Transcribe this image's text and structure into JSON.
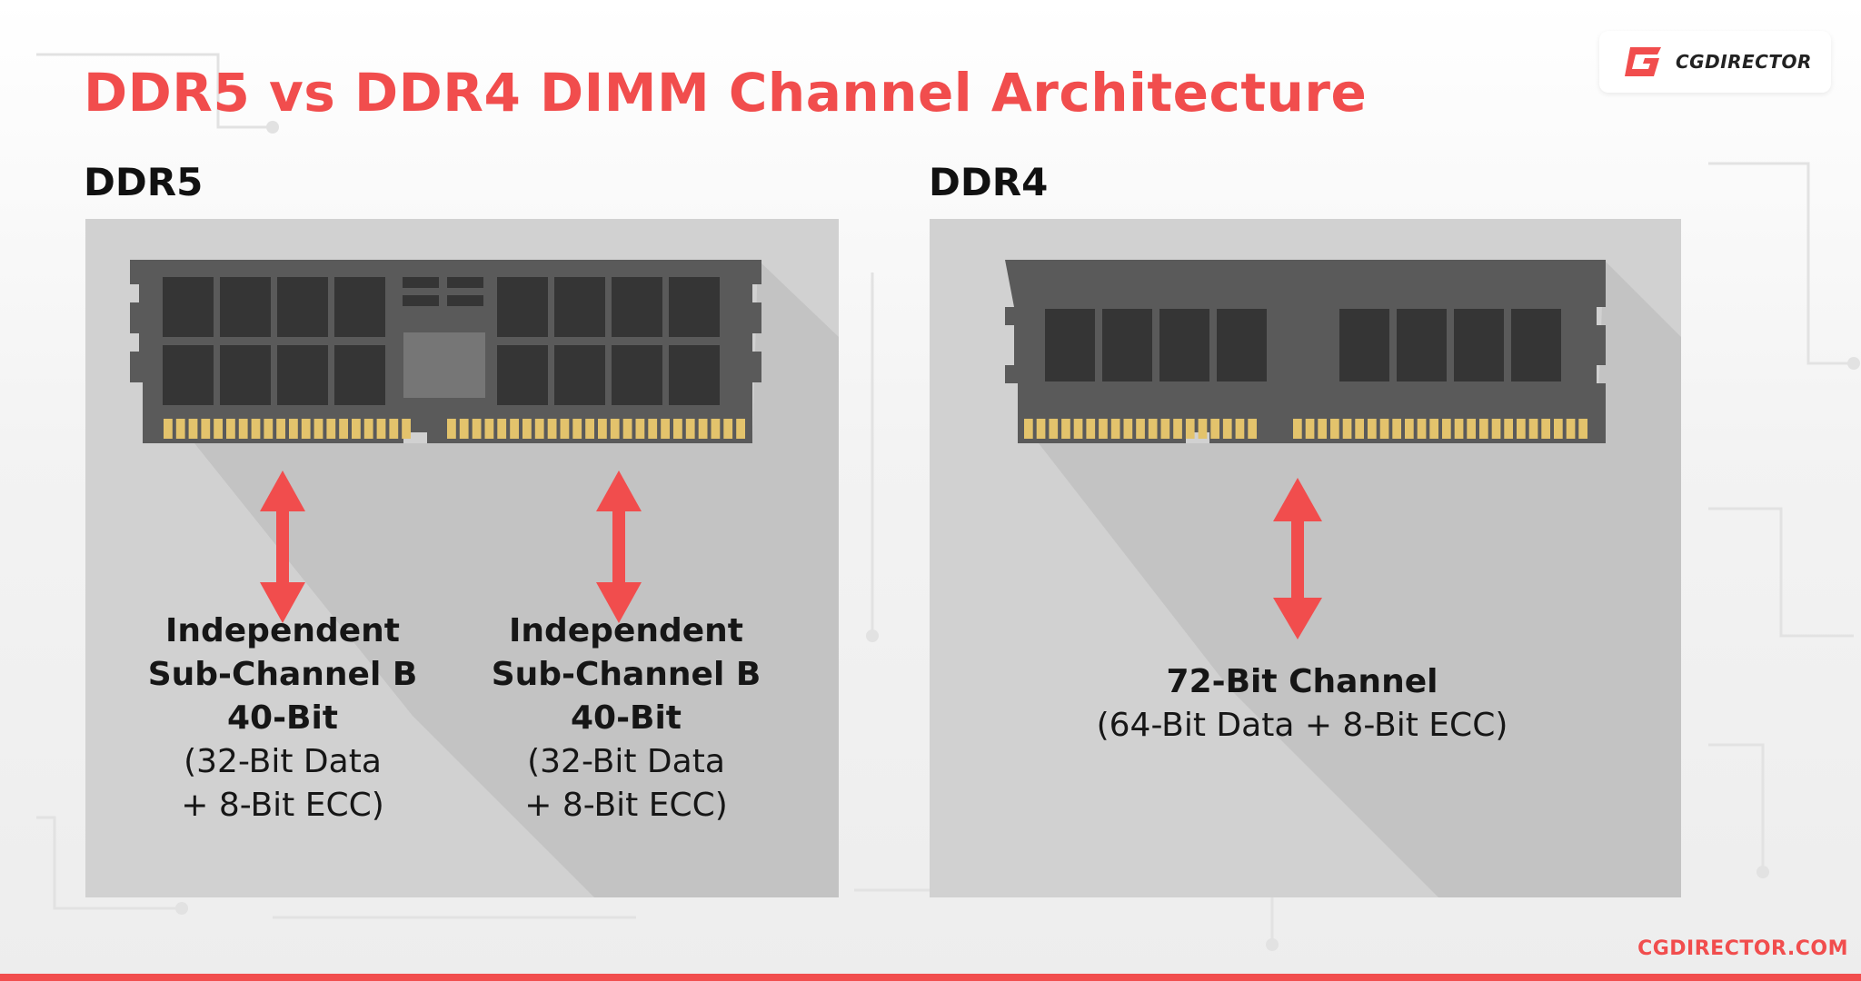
{
  "title": "DDR5 vs DDR4 DIMM Channel Architecture",
  "logo": {
    "text": "CGDIRECTOR"
  },
  "colors": {
    "accent": "#f14d4d",
    "panel": "#d1d1d1",
    "module": "#5a5a5a",
    "chip": "#353535",
    "pins": "#e3c36c"
  },
  "ddr5": {
    "label": "DDR5",
    "channels": [
      {
        "name": "Independent",
        "name2": "Sub-Channel B",
        "width": "40-Bit",
        "detail1": "(32-Bit Data",
        "detail2": "+ 8-Bit ECC)"
      },
      {
        "name": "Independent",
        "name2": "Sub-Channel B",
        "width": "40-Bit",
        "detail1": "(32-Bit Data",
        "detail2": "+ 8-Bit ECC)"
      }
    ]
  },
  "ddr4": {
    "label": "DDR4",
    "channel": {
      "width": "72-Bit Channel",
      "detail": "(64-Bit Data + 8-Bit ECC)"
    }
  },
  "footer": {
    "url": "CGDIRECTOR.COM"
  }
}
